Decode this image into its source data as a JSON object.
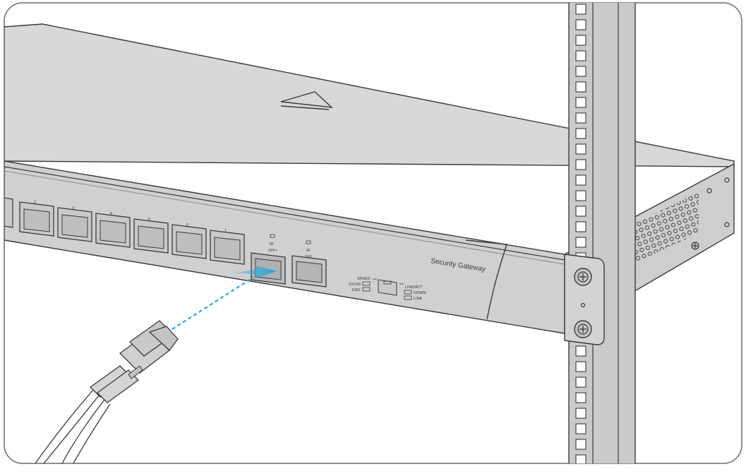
{
  "device": {
    "brand_label": "Security Gateway",
    "port_numbers": [
      "2",
      "3",
      "4",
      "5",
      "6",
      "7"
    ],
    "sfp_ports": [
      {
        "led_label": "8F",
        "port_label": "SFP+"
      },
      {
        "led_label": "9F",
        "port_label": "SFP"
      }
    ],
    "legend": {
      "speed": "SPEED",
      "speed_low": "10/100",
      "speed_high": "1000",
      "linkact": "LINK/ACT",
      "down": "DOWN",
      "link": "LINK"
    }
  },
  "colors": {
    "chassis_top": "#d7d8da",
    "chassis_front": "#cfd0d2",
    "outline": "#3a3a3a",
    "arrow_accent": "#2aa7d6",
    "rack_rail": "#c9cacc"
  },
  "icons": [
    "insert-arrow-icon",
    "eject-triangle-icon",
    "screw-icon"
  ]
}
